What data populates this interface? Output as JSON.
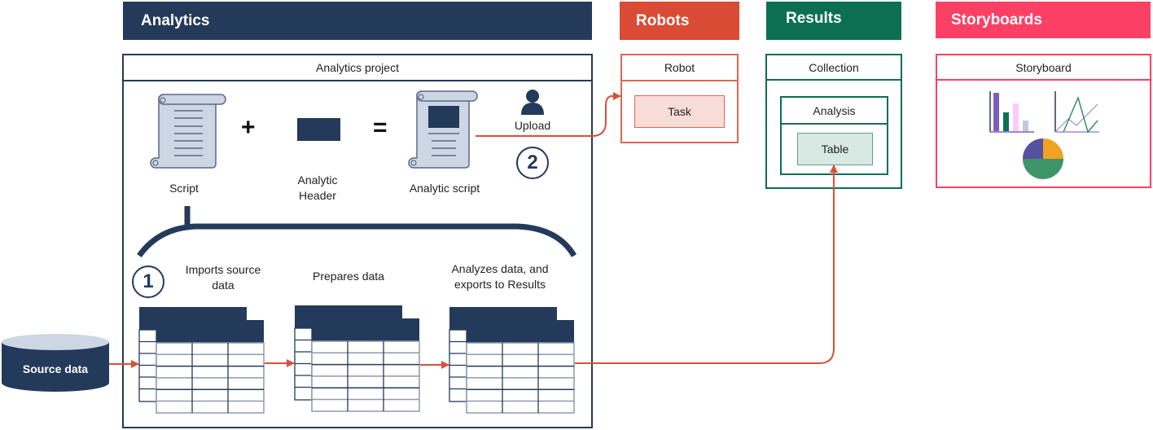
{
  "colors": {
    "navy": "#243a5a",
    "robots": "#d94b34",
    "results": "#0c7050",
    "storyboards": "#fc4065",
    "arrow": "#d9503a",
    "scroll_fill": "#cdd6e4",
    "task_fill": "#f8dcd8",
    "table_fill": "#d8e8e2"
  },
  "sections": {
    "analytics": {
      "banner": "Analytics",
      "project_title": "Analytics project",
      "script_label": "Script",
      "plus": "+",
      "header_label_line1": "Analytic",
      "header_label_line2": "Header",
      "equals": "=",
      "analytic_script_label": "Analytic script",
      "upload_label": "Upload",
      "step2": "2",
      "step1": "1",
      "steps": [
        {
          "line1": "Imports source",
          "line2": "data"
        },
        {
          "line1": "Prepares data",
          "line2": ""
        },
        {
          "line1": "Analyzes data, and",
          "line2": "exports to Results"
        }
      ]
    },
    "robots": {
      "banner": "Robots",
      "box_title": "Robot",
      "task": "Task"
    },
    "results": {
      "banner": "Results",
      "box_title": "Collection",
      "analysis": "Analysis",
      "table": "Table"
    },
    "storyboards": {
      "banner": "Storyboards",
      "box_title": "Storyboard"
    }
  },
  "source": {
    "label": "Source data"
  },
  "icons": {
    "script": "scroll-icon",
    "header": "header-block-icon",
    "analytic_script": "scroll-with-header-icon",
    "upload": "user-icon",
    "table": "table-icon",
    "database": "database-icon",
    "bar_chart": "bar-chart-icon",
    "line_chart": "line-chart-icon",
    "pie_chart": "pie-chart-icon"
  }
}
